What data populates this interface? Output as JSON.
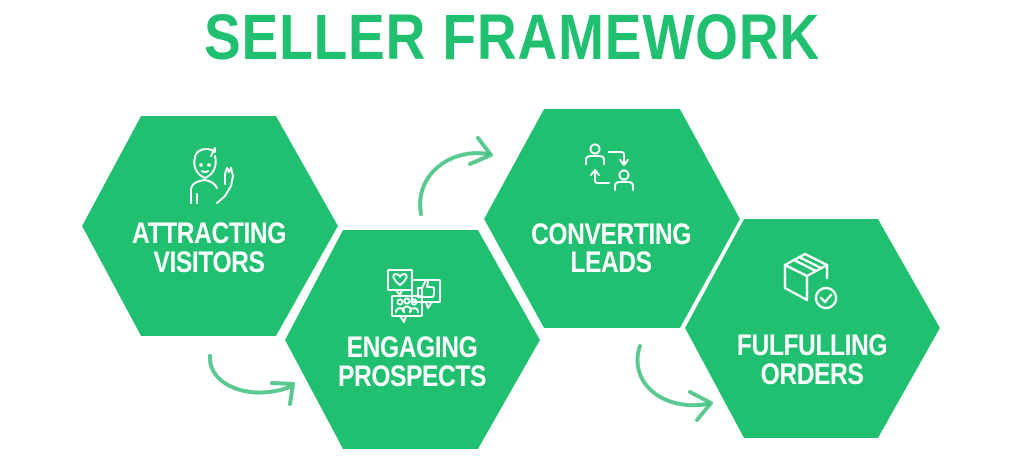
{
  "title": "SELLER FRAMEWORK",
  "colors": {
    "brand_green": "#21c071",
    "arrow_green": "#3cc07c",
    "text_on_green": "#ffffff",
    "background": "#ffffff"
  },
  "steps": [
    {
      "line1": "ATTRACTING",
      "line2": "VISITORS",
      "icon": "person-waving-icon"
    },
    {
      "line1": "ENGAGING",
      "line2": "PROSPECTS",
      "icon": "social-chat-bubbles-icon"
    },
    {
      "line1": "CONVERTING",
      "line2": "LEADS",
      "icon": "people-exchange-icon"
    },
    {
      "line1": "FULFULLING",
      "line2": "ORDERS",
      "icon": "box-check-icon"
    }
  ],
  "connectors": [
    {
      "from": "ATTRACTING VISITORS",
      "to": "ENGAGING PROSPECTS",
      "icon": "curved-arrow-icon"
    },
    {
      "from": "ENGAGING PROSPECTS",
      "to": "CONVERTING LEADS",
      "icon": "curved-arrow-icon"
    },
    {
      "from": "CONVERTING LEADS",
      "to": "FULFULLING ORDERS",
      "icon": "curved-arrow-icon"
    }
  ]
}
